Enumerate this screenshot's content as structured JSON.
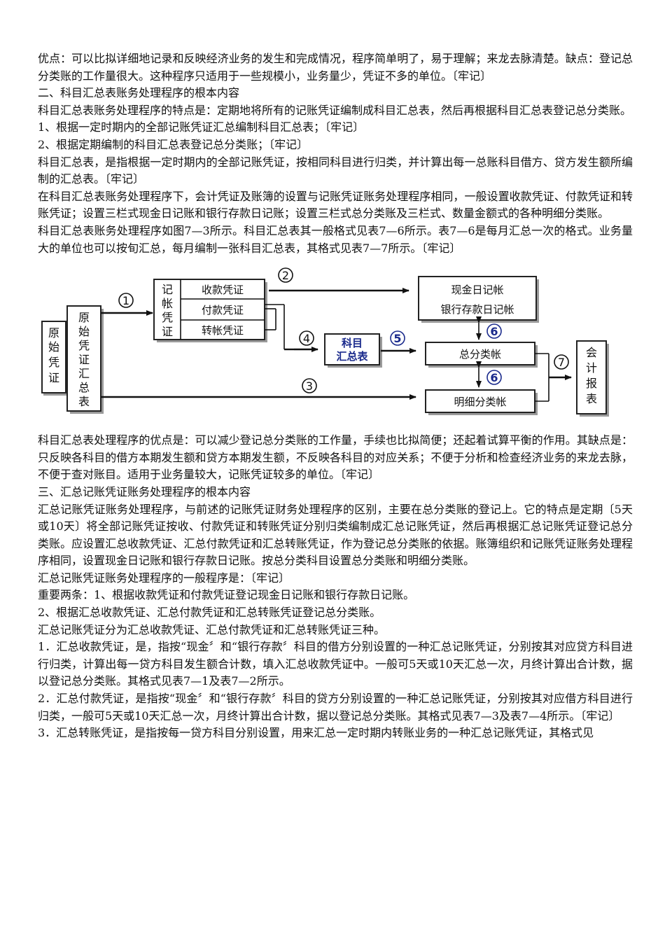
{
  "paragraphs_before": [
    "优点：可以比拟详细地记录和反映经济业务的发生和完成情况，程序简单明了，易于理解；来龙去脉清楚。缺点：登记总分类账的工作量很大。这种程序只适用于一些规模小，业务量少，凭证不多的单位。〔牢记〕",
    "二、科目汇总表账务处理程序的根本内容",
    "科目汇总表账务处理程序的特点是：定期地将所有的记账凭证编制成科目汇总表，然后再根据科目汇总表登记总分类账。",
    "1、根据一定时期内的全部记账凭证汇总编制科目汇总表；〔牢记〕",
    "2、根据定期编制的科目汇总表登记总分类账；〔牢记〕",
    "科目汇总表，是指根据一定时期内的全部记账凭证，按相同科目进行归类，并计算出每一总账科目借方、贷方发生额所编制的汇总表。〔牢记〕",
    "在科目汇总表账务处理程序下，会计凭证及账簿的设置与记账凭证账务处理程序相同，一般设置收款凭证、付款凭证和转账凭证；设置三栏式现金日记账和银行存款日记账；设置三栏式总分类账及三栏式、数量金额式的各种明细分类账。",
    "科目汇总表账务处理程序如图7—3所示。科目汇总表其一般格式见表7—6所示。表7—6是每月汇总一次的格式。业务量大的单位也可以按旬汇总，每月编制一张科目汇总表，其格式见表7—7所示。〔牢记〕"
  ],
  "diagram": {
    "orig_voucher": [
      "原",
      "始",
      "凭",
      "证"
    ],
    "orig_summary": [
      "原",
      "始",
      "凭",
      "证",
      "汇",
      "总",
      "表"
    ],
    "acct_voucher": [
      "记",
      "帐",
      "凭",
      "证"
    ],
    "receipt": "收款凭证",
    "payment": "付款凭证",
    "transfer": "转帐凭证",
    "cash_journal": "现金日记帐",
    "bank_journal": "银行存款日记帐",
    "summary_table": [
      "科目",
      "汇总表"
    ],
    "general_ledger": "总分类帐",
    "subsidiary_ledger": "明细分类帐",
    "report": [
      "会",
      "计",
      "报",
      "表"
    ],
    "steps": {
      "s1": "1",
      "s2": "2",
      "s3": "3",
      "s4": "4",
      "s5": "5",
      "s6": "6",
      "s7": "7"
    }
  },
  "paragraphs_after": [
    "科目汇总表处理程序的优点是：可以减少登记总分类账的工作量，手续也比拟简便；还起着试算平衡的作用。其缺点是：只反映各科目的借方本期发生额和贷方本期发生额，不反映各科目的对应关系；不便于分析和检查经济业务的来龙去脉，不便于查对账目。适用于业务量较大，记账凭证较多的单位。〔牢记〕",
    "三、汇总记账凭证账务处理程序的根本内容",
    "汇总记账凭证账务处理程序，与前述的记账凭证财务处理程序的区别，主要在总分类账的登记上。它的特点是定期〔5天或10天〕将全部记账凭证按收、付款凭证和转账凭证分别归类编制成汇总记账凭证，然后再根据汇总记账凭证登记总分类账。应设置汇总收款凭证、汇总付款凭证和汇总转账凭证，作为登记总分类账的依据。账簿组织和记账凭证账务处理程序相同，设置现金日记账和银行存款日记账。按总分类科目设置总分类账和明细分类账。",
    "汇总记账凭证账务处理程序的一般程序是：〔牢记〕",
    "重要两条：1、根据收款凭证和付款凭证登记现金日记账和银行存款日记账。",
    "2、根据汇总收款凭证、汇总付款凭证和汇总转账凭证登记总分类账。",
    "汇总记账凭证分为汇总收款凭证、汇总付款凭证和汇总转账凭证三种。",
    "1．汇总收款凭证，是，指按“现金〞和“银行存款〞科目的借方分别设置的一种汇总记账凭证，分别按其对应贷方科目进行归类，计算出每一贷方科目发生额合计数，填入汇总收款凭证中。一般可5天或10天汇总一次，月终计算出合计数，据以登记总分类账。其格式见表7—1及表7—2所示。",
    "2．汇总付款凭证，是指按“现金〞和“银行存款〞科目的贷方分别设置的一种汇总记账凭证，分别按其对应借方科目进行归类，一般可5天或10天汇总一次，月终计算出合计数，据以登记总分类账。其格式见表7—3及表7—4所示。〔牢记〕",
    "3．汇总转账凭证，是指按每一贷方科目分别设置，用来汇总一定时期内转账业务的一种汇总记账凭证，其格式见"
  ]
}
